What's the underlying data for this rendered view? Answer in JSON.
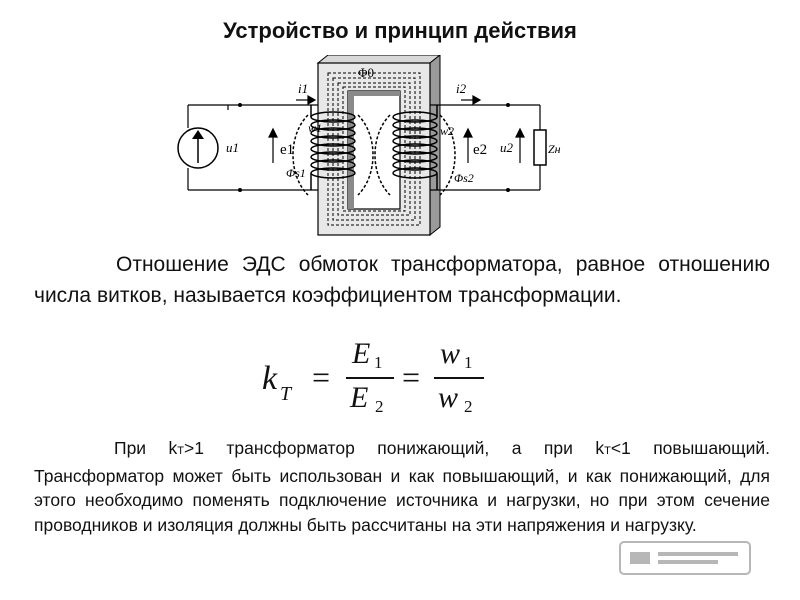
{
  "title": "Устройство и принцип действия",
  "diagram": {
    "labels": {
      "flux_main": "Φ0",
      "current_1": "i1",
      "current_2": "i2",
      "voltage_1": "u1",
      "emf_1": "e1",
      "winding_1": "w1",
      "leak_flux_1": "Φs1",
      "winding_2": "w2",
      "emf_2": "e2",
      "voltage_2": "u2",
      "load": "Zн",
      "leak_flux_2": "Φs2"
    }
  },
  "paragraph1": "Отношение ЭДС обмоток трансформатора, равное отношению числа витков, называется коэффициентом трансформации.",
  "formula": {
    "k": "k",
    "k_sub": "T",
    "eq": "=",
    "E": "E",
    "sub1": "1",
    "sub2": "2",
    "w": "w"
  },
  "paragraph2": {
    "p1": "При k",
    "sub_a": "T",
    "p2": ">1 трансформатор понижающий, а при k",
    "sub_b": "T",
    "p3": "<1 повышающий. Трансформатор может быть использован и как повышающий, и как понижающий, для этого необходимо поменять подключение источника и нагрузки, но при этом сечение проводников и изоляция должны быть рассчитаны на эти напряжения и нагрузку."
  }
}
